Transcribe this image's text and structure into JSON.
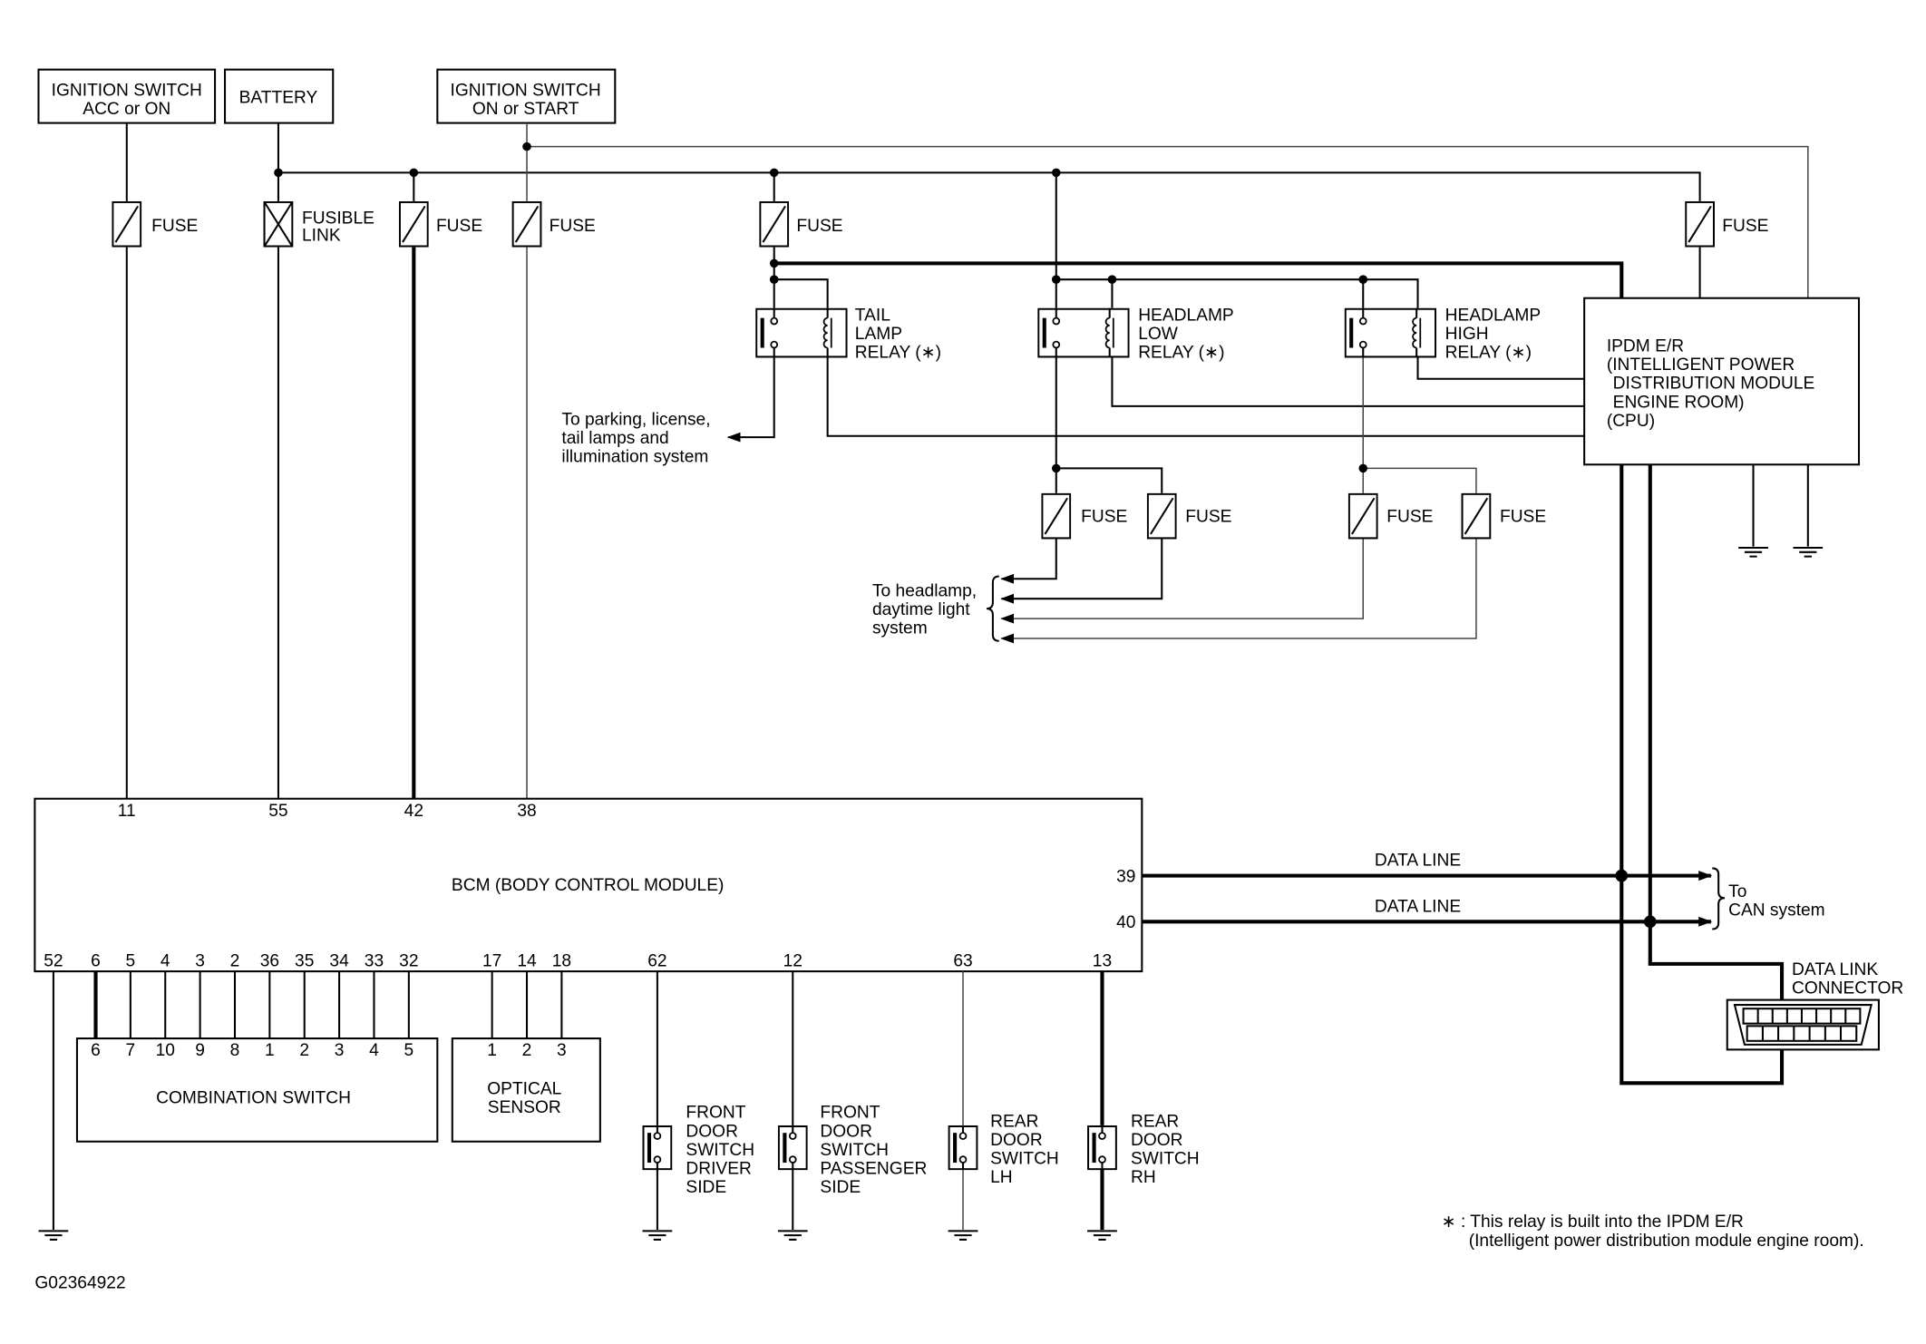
{
  "sources": [
    {
      "lines": [
        "IGNITION SWITCH",
        "ACC or ON"
      ]
    },
    {
      "lines": [
        "BATTERY"
      ]
    },
    {
      "lines": [
        "IGNITION SWITCH",
        "ON or START"
      ]
    }
  ],
  "fuses": [
    "FUSE",
    "FUSE",
    "FUSE",
    "FUSE",
    "FUSE",
    "FUSE",
    "FUSE",
    "FUSE",
    "FUSE"
  ],
  "fusible_link": [
    "FUSIBLE",
    "LINK"
  ],
  "relays": [
    {
      "lines": [
        "TAIL",
        "LAMP",
        "RELAY (∗)"
      ]
    },
    {
      "lines": [
        "HEADLAMP",
        "LOW",
        "RELAY (∗)"
      ]
    },
    {
      "lines": [
        "HEADLAMP",
        "HIGH",
        "RELAY (∗)"
      ]
    }
  ],
  "parking_note": [
    "To parking, license,",
    "tail lamps and",
    "illumination system"
  ],
  "headlamp_note": [
    "To headlamp,",
    "daytime light",
    "system"
  ],
  "ipdm": [
    "IPDM E/R",
    "(INTELLIGENT POWER",
    "DISTRIBUTION MODULE",
    "ENGINE ROOM)",
    "(CPU)"
  ],
  "bcm": {
    "title": "BCM (BODY CONTROL MODULE)",
    "top_pins": [
      "11",
      "55",
      "42",
      "38"
    ],
    "right_pins": [
      "39",
      "40"
    ],
    "bottom_pins": [
      "52",
      "6",
      "5",
      "4",
      "3",
      "2",
      "36",
      "35",
      "34",
      "33",
      "32",
      "17",
      "14",
      "18",
      "62",
      "12",
      "63",
      "13"
    ]
  },
  "combination_switch": {
    "label": "COMBINATION SWITCH",
    "pins": [
      "6",
      "7",
      "10",
      "9",
      "8",
      "1",
      "2",
      "3",
      "4",
      "5"
    ]
  },
  "optical_sensor": {
    "lines": [
      "OPTICAL",
      "SENSOR"
    ],
    "pins": [
      "1",
      "2",
      "3"
    ]
  },
  "door_switches": [
    {
      "lines": [
        "FRONT",
        "DOOR",
        "SWITCH",
        "DRIVER",
        "SIDE"
      ]
    },
    {
      "lines": [
        "FRONT",
        "DOOR",
        "SWITCH",
        "PASSENGER",
        "SIDE"
      ]
    },
    {
      "lines": [
        "REAR",
        "DOOR",
        "SWITCH",
        "LH"
      ]
    },
    {
      "lines": [
        "REAR",
        "DOOR",
        "SWITCH",
        "RH"
      ]
    }
  ],
  "data_lines": [
    "DATA LINE",
    "DATA LINE"
  ],
  "can_note": [
    "To",
    "CAN system"
  ],
  "data_link_connector": [
    "DATA LINK",
    "CONNECTOR"
  ],
  "footnote": [
    "∗ : This relay is built into the IPDM E/R",
    "(Intelligent power distribution module engine room)."
  ],
  "figure_id": "G02364922"
}
